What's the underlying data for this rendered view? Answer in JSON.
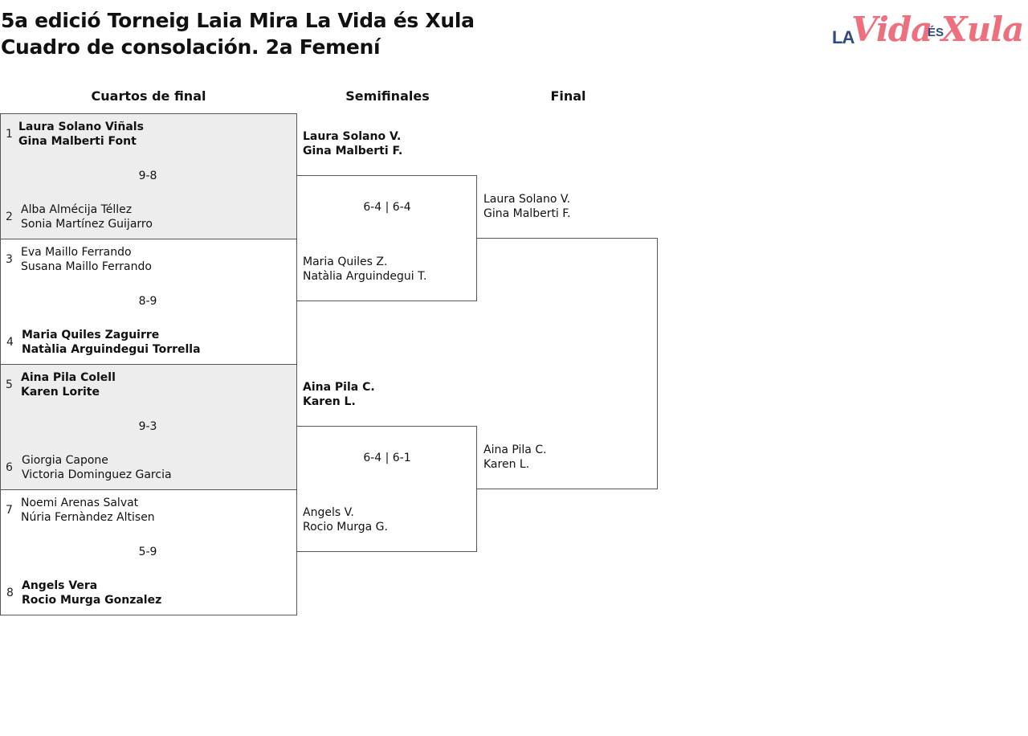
{
  "header": {
    "title_line1": "5a edició Torneig Laia Mira La Vida és Xula",
    "title_line2": "Cuadro de consolación. 2a Femení"
  },
  "logo": {
    "la": "LA",
    "vida": "Vida",
    "es": "ÉS",
    "xula": "Xula",
    "colors": {
      "pink": "#ee6f7e",
      "navy": "#2c4a86"
    }
  },
  "rounds": {
    "quarterfinals": "Cuartos de final",
    "semifinals": "Semifinales",
    "final": "Final"
  },
  "quarterfinals": [
    {
      "score": "9-8",
      "top": {
        "seed": "1",
        "p1": "Laura Solano Viñals",
        "p2": "Gina Malberti Font",
        "winner": true
      },
      "bottom": {
        "seed": "2",
        "p1": "Alba Almécija Téllez",
        "p2": "Sonia Martínez Guijarro",
        "winner": false
      }
    },
    {
      "score": "8-9",
      "top": {
        "seed": "3",
        "p1": "Eva Maillo Ferrando",
        "p2": "Susana Maillo Ferrando",
        "winner": false
      },
      "bottom": {
        "seed": "4",
        "p1": "Maria Quiles Zaguirre",
        "p2": "Natàlia Arguindegui Torrella",
        "winner": true
      }
    },
    {
      "score": "9-3",
      "top": {
        "seed": "5",
        "p1": "Aina Pila Colell",
        "p2": "Karen Lorite",
        "winner": true
      },
      "bottom": {
        "seed": "6",
        "p1": "Giorgia Capone",
        "p2": "Victoria Dominguez Garcia",
        "winner": false
      }
    },
    {
      "score": "5-9",
      "top": {
        "seed": "7",
        "p1": "Noemi Arenas Salvat",
        "p2": "Núria Fernàndez Altisen",
        "winner": false
      },
      "bottom": {
        "seed": "8",
        "p1": "Angels Vera",
        "p2": "Rocio Murga Gonzalez",
        "winner": true
      }
    }
  ],
  "semifinals": [
    {
      "score": "6-4 | 6-4",
      "top": {
        "p1": "Laura Solano V.",
        "p2": "Gina Malberti F.",
        "winner": true
      },
      "bottom": {
        "p1": "Maria Quiles Z.",
        "p2": "Natàlia Arguindegui T.",
        "winner": false
      }
    },
    {
      "score": "6-4 | 6-1",
      "top": {
        "p1": "Aina Pila C.",
        "p2": "Karen L.",
        "winner": true
      },
      "bottom": {
        "p1": "Angels V.",
        "p2": "Rocio Murga G.",
        "winner": false
      }
    }
  ],
  "final": {
    "top": {
      "p1": "Laura Solano V.",
      "p2": "Gina Malberti F."
    },
    "bottom": {
      "p1": "Aina Pila C.",
      "p2": "Karen L."
    }
  }
}
